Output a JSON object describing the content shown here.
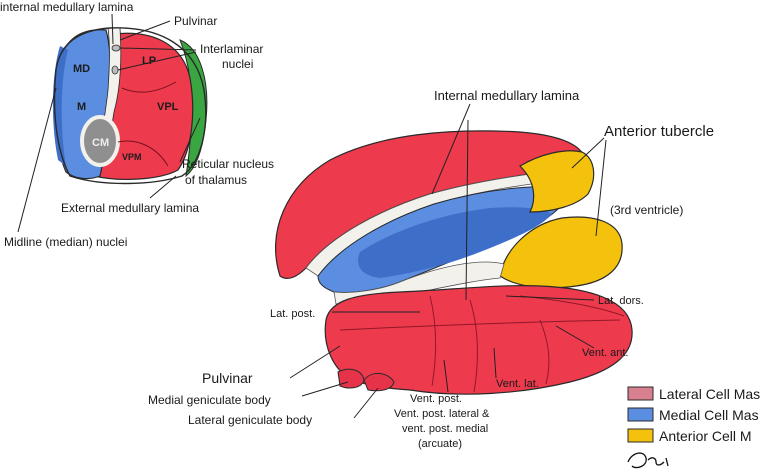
{
  "colors": {
    "lateral": "#ee3a4d",
    "medial": "#5b8ee0",
    "medial_dark": "#3d6fc9",
    "anterior": "#f4c20d",
    "reticular": "#3aa641",
    "cm": "#8f8f8f",
    "lamina": "#f3f1ec",
    "outline": "#2a2a2a",
    "legend_lateral": "#d98090"
  },
  "section": {
    "inner_labels": {
      "md": "MD",
      "m": "M",
      "lp": "LP",
      "vpl": "VPL",
      "vpm": "VPM",
      "cm": "CM"
    },
    "callouts": {
      "internal_medullary_lamina": "internal medullary lamina",
      "pulvinar": "Pulvinar",
      "interlaminar_line1": "Interlaminar",
      "interlaminar_line2": "nuclei",
      "reticular_line1": "Reticular nucleus",
      "reticular_line2": "of thalamus",
      "external_medullary_lamina": "External medullary lamina",
      "midline_nuclei": "Midline (median) nuclei"
    }
  },
  "thalamus": {
    "callouts": {
      "internal_medullary_lamina": "Internal medullary lamina",
      "anterior_tubercle": "Anterior tubercle",
      "third_ventricle": "(3rd ventricle)",
      "lat_post": "Lat. post.",
      "lat_dors": "Lat. dors.",
      "vent_ant": "Vent. ant.",
      "vent_lat": "Vent. lat.",
      "vent_post": "Vent. post.",
      "vent_post_lateral": "Vent. post. lateral &",
      "vent_post_medial": "vent. post. medial",
      "arcuate": "(arcuate)",
      "pulvinar": "Pulvinar",
      "medial_geniculate": "Medial geniculate body",
      "lateral_geniculate": "Lateral geniculate body"
    }
  },
  "legend": {
    "items": [
      {
        "label": "Lateral Cell Mas",
        "color": "#d98090"
      },
      {
        "label": "Medial Cell Mas",
        "color": "#5b8ee0"
      },
      {
        "label": "Anterior Cell M",
        "color": "#f4c20d"
      }
    ]
  }
}
